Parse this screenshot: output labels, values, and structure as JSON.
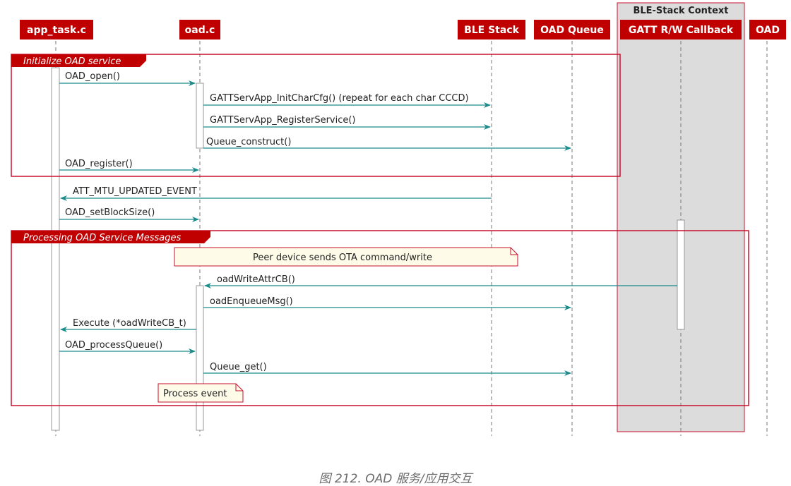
{
  "context_box": {
    "title": "BLE-Stack Context"
  },
  "participants": [
    {
      "id": "app",
      "label": "app_task.c"
    },
    {
      "id": "oad",
      "label": "oad.c"
    },
    {
      "id": "stack",
      "label": "BLE Stack"
    },
    {
      "id": "queue",
      "label": "OAD Queue"
    },
    {
      "id": "gatt",
      "label": "GATT R/W Callback"
    },
    {
      "id": "oad2",
      "label": "OAD"
    }
  ],
  "groups": [
    {
      "id": "init",
      "label": "Initialize OAD service"
    },
    {
      "id": "proc",
      "label": "Processing OAD Service Messages"
    }
  ],
  "messages": [
    {
      "id": "m1",
      "text": "OAD_open()",
      "from": "app",
      "to": "oad"
    },
    {
      "id": "m2",
      "text": "GATTServApp_InitCharCfg() (repeat for each char CCCD)",
      "from": "oad",
      "to": "stack"
    },
    {
      "id": "m3",
      "text": "GATTServApp_RegisterService()",
      "from": "oad",
      "to": "stack"
    },
    {
      "id": "m4",
      "text": "Queue_construct()",
      "from": "oad",
      "to": "queue"
    },
    {
      "id": "m5",
      "text": "OAD_register()",
      "from": "app",
      "to": "oad"
    },
    {
      "id": "m6",
      "text": "ATT_MTU_UPDATED_EVENT",
      "from": "stack",
      "to": "app"
    },
    {
      "id": "m7",
      "text": "OAD_setBlockSize()",
      "from": "app",
      "to": "oad"
    },
    {
      "id": "m8",
      "text": "oadWriteAttrCB()",
      "from": "gatt",
      "to": "oad"
    },
    {
      "id": "m9",
      "text": "oadEnqueueMsg()",
      "from": "oad",
      "to": "queue"
    },
    {
      "id": "m10",
      "text": "Execute (*oadWriteCB_t)",
      "from": "oad",
      "to": "app"
    },
    {
      "id": "m11",
      "text": "OAD_processQueue()",
      "from": "app",
      "to": "oad"
    },
    {
      "id": "m12",
      "text": "Queue_get()",
      "from": "oad",
      "to": "queue"
    }
  ],
  "notes": [
    {
      "id": "n1",
      "text": "Peer device sends OTA command/write"
    },
    {
      "id": "n2",
      "text": "Process event"
    }
  ],
  "caption": "图 212. OAD 服务/应用交互",
  "colors": {
    "participant_fill": "#c00000",
    "participant_text": "#ffffff",
    "arrow": "#1a8a8a",
    "group_border": "#c8102e",
    "group_tab_fill": "#c00000",
    "note_fill": "#fefce8",
    "context_fill": "#dcdcdc"
  }
}
